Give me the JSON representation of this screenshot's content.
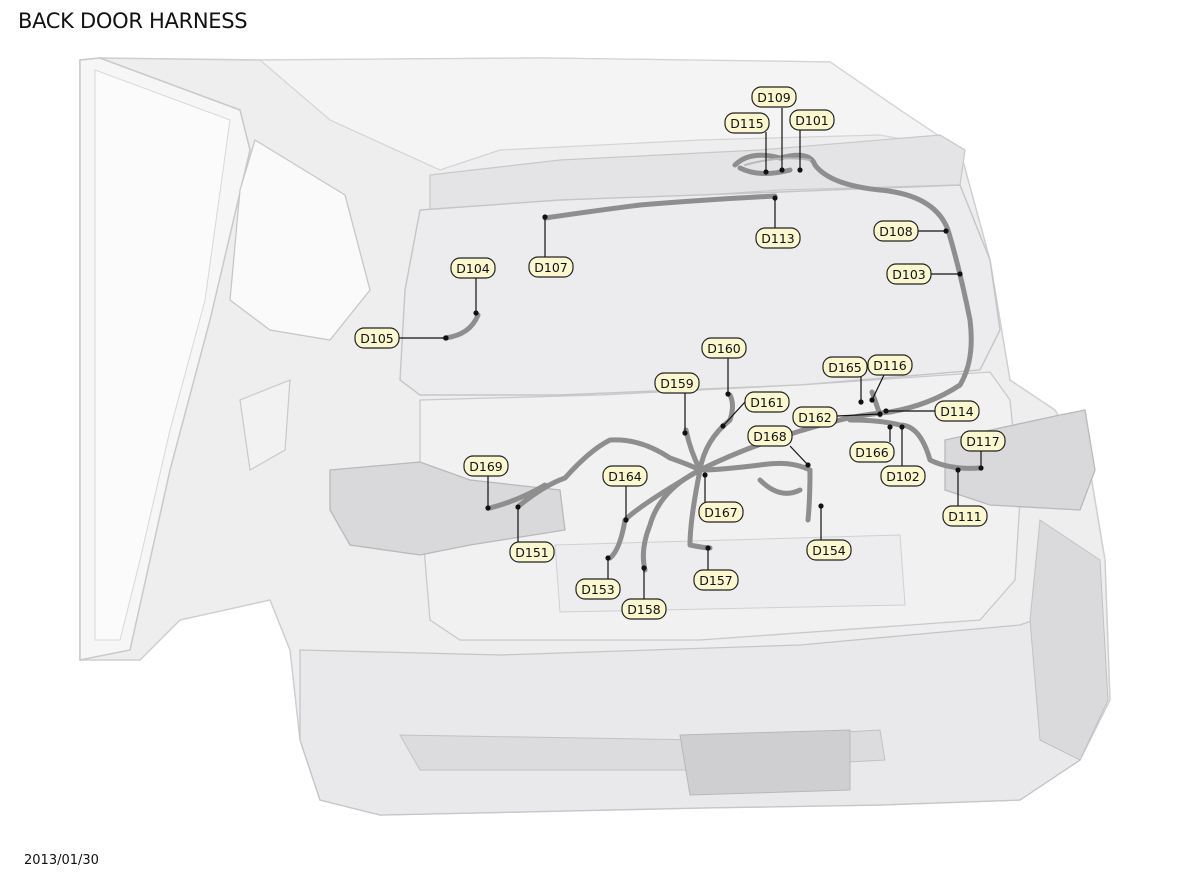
{
  "header": {
    "title": "BACK DOOR HARNESS"
  },
  "footer": {
    "date": "2013/01/30"
  },
  "connectors": [
    {
      "id": "d109",
      "label": "D109"
    },
    {
      "id": "d115",
      "label": "D115"
    },
    {
      "id": "d101",
      "label": "D101"
    },
    {
      "id": "d113",
      "label": "D113"
    },
    {
      "id": "d108",
      "label": "D108"
    },
    {
      "id": "d107",
      "label": "D107"
    },
    {
      "id": "d104",
      "label": "D104"
    },
    {
      "id": "d103",
      "label": "D103"
    },
    {
      "id": "d105",
      "label": "D105"
    },
    {
      "id": "d160",
      "label": "D160"
    },
    {
      "id": "d165",
      "label": "D165"
    },
    {
      "id": "d116",
      "label": "D116"
    },
    {
      "id": "d159",
      "label": "D159"
    },
    {
      "id": "d161",
      "label": "D161"
    },
    {
      "id": "d162",
      "label": "D162"
    },
    {
      "id": "d114",
      "label": "D114"
    },
    {
      "id": "d168",
      "label": "D168"
    },
    {
      "id": "d117",
      "label": "D117"
    },
    {
      "id": "d166",
      "label": "D166"
    },
    {
      "id": "d169",
      "label": "D169"
    },
    {
      "id": "d164",
      "label": "D164"
    },
    {
      "id": "d102",
      "label": "D102"
    },
    {
      "id": "d167",
      "label": "D167"
    },
    {
      "id": "d111",
      "label": "D111"
    },
    {
      "id": "d151",
      "label": "D151"
    },
    {
      "id": "d154",
      "label": "D154"
    },
    {
      "id": "d153",
      "label": "D153"
    },
    {
      "id": "d157",
      "label": "D157"
    },
    {
      "id": "d158",
      "label": "D158"
    }
  ]
}
